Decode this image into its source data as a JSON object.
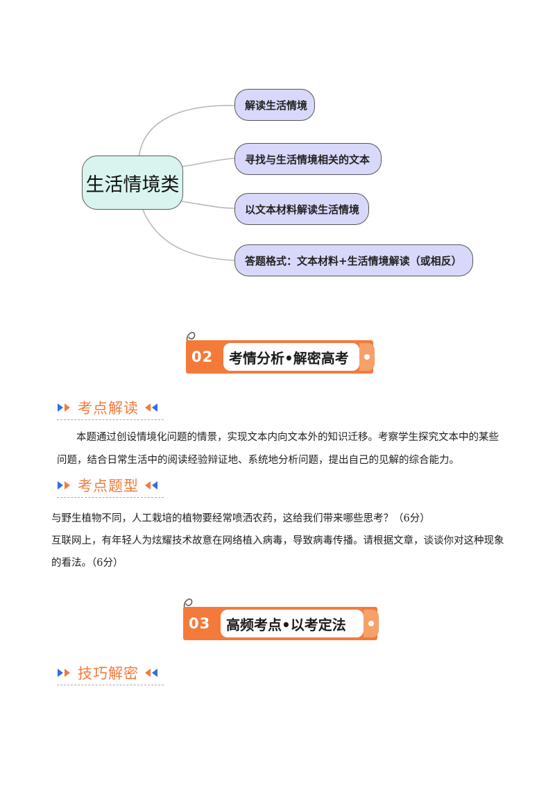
{
  "mindmap": {
    "root": "生活情境类",
    "branches": [
      "解读生活情境",
      "寻找与生活情境相关的文本",
      "以文本材料解读生活情境",
      "答题格式：文本材料+生活情境解读（或相反）"
    ]
  },
  "banners": [
    {
      "number": "02",
      "title": "考情分析•解密高考"
    },
    {
      "number": "03",
      "title": "高频考点•以考定法"
    }
  ],
  "sections": {
    "kaodian_jiedu": {
      "title": "考点解读",
      "body": "本题通过创设情境化问题的情景，实现文本内向文本外的知识迁移。考察学生探究文本中的某些问题，结合日常生活中的阅读经验辩证地、系统地分析问题，提出自己的见解的综合能力。"
    },
    "kaodian_tixing": {
      "title": "考点题型",
      "q1": "与野生植物不同，人工栽培的植物要经常喷洒农药，这给我们带来哪些思考？（6分）",
      "q2": "互联网上，有年轻人为炫耀技术故意在网络植入病毒，导致病毒传播。请根据文章，谈谈你对这种现象的看法。（6分）"
    },
    "jiqiao_jiemi": {
      "title": "技巧解密"
    }
  },
  "colors": {
    "accent": "#f47a3a",
    "arrow_blue": "#2f6fe0",
    "node_fill": "#d8d8fb",
    "root_fill": "#d9f4ef"
  }
}
